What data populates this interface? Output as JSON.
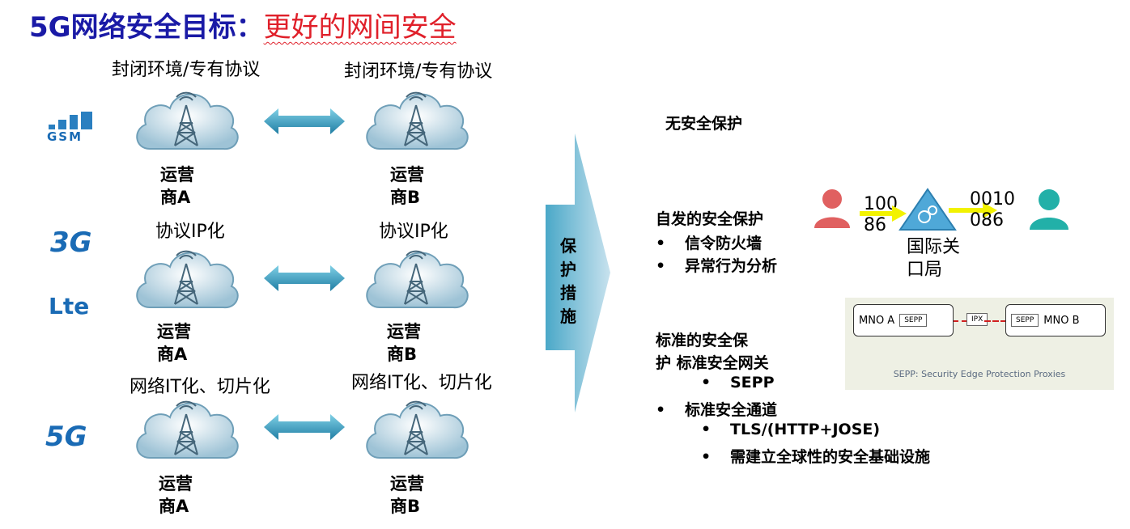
{
  "title": {
    "part1": "5G网络安全目标：",
    "part2": "更好的网间安全"
  },
  "left": {
    "rows": [
      {
        "tech": "GSM",
        "caption_a": "封闭环境/专有协议",
        "caption_b": "封闭环境/专有协议",
        "op_a": [
          "运营",
          "商A"
        ],
        "op_b": [
          "运营",
          "商B"
        ]
      },
      {
        "tech": "3G / LTE",
        "caption_a": "协议IP化",
        "caption_b": "协议IP化",
        "op_a": [
          "运营",
          "商A"
        ],
        "op_b": [
          "运营",
          "商B"
        ]
      },
      {
        "tech": "5G",
        "caption_a": "网络IT化、切片化",
        "caption_b": "网络IT化、切片化",
        "op_a": [
          "运营",
          "商A"
        ],
        "op_b": [
          "运营",
          "商B"
        ]
      }
    ],
    "logos": {
      "gsm": "GSM",
      "g3": "3G",
      "lte": "Lte",
      "g5": "5G"
    }
  },
  "arrow": {
    "chars": [
      "保",
      "护",
      "措",
      "施"
    ]
  },
  "right": {
    "none": "无安全保护",
    "spont": {
      "heading": "自发的安全保护",
      "items": [
        "信令防火墙",
        "异常行为分析"
      ]
    },
    "std": {
      "heading_line1": "标准的安全保",
      "heading_line2": "护 标准安全网关",
      "sub1": "SEPP",
      "item2": "标准安全通道",
      "sub2": [
        "TLS/(HTTP+JOSE)",
        "需建立全球性的安全基础设施"
      ]
    },
    "flow": {
      "num1": [
        "100",
        "86"
      ],
      "num2": [
        "0010",
        "086"
      ],
      "gateway": [
        "国际关",
        "口局"
      ]
    },
    "sepp_diagram": {
      "mno_a": "MNO A",
      "sepp": "SEPP",
      "ipx": "IPX",
      "mno_b": "MNO B",
      "caption": "SEPP: Security Edge Protection Proxies"
    }
  },
  "colors": {
    "title_blue": "#1a1aa6",
    "title_red": "#e0202a",
    "arrow_teal": "#3a9fc0",
    "person_red": "#e06060",
    "person_teal": "#22b0a8"
  }
}
